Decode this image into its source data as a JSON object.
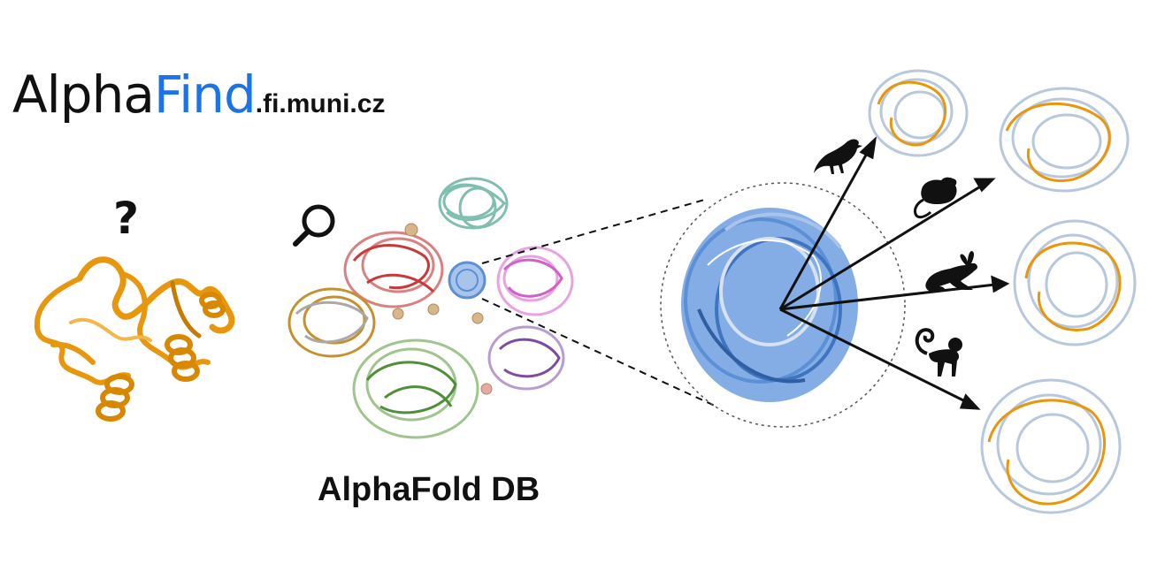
{
  "logo": {
    "part1": "Alpha",
    "part2": "Find",
    "domain": ".fi.muni.cz",
    "accent_color": "#1a73e8"
  },
  "query": {
    "symbol": "?",
    "structure_color": "#e8960c"
  },
  "database": {
    "label": "AlphaFold DB",
    "search_icon": "magnifier-icon",
    "cluster_colors": [
      "#7fbfb0",
      "#c83a3a",
      "#d35fc9",
      "#c7902f",
      "#4f8f37",
      "#7d4ba3",
      "#5b8fd6"
    ]
  },
  "results": {
    "organism_icons": [
      "bird-icon",
      "mouse-icon",
      "rabbit-icon",
      "monkey-icon"
    ],
    "highlight_color": "#e8960c",
    "cluster_color": "#5b8fd6"
  }
}
